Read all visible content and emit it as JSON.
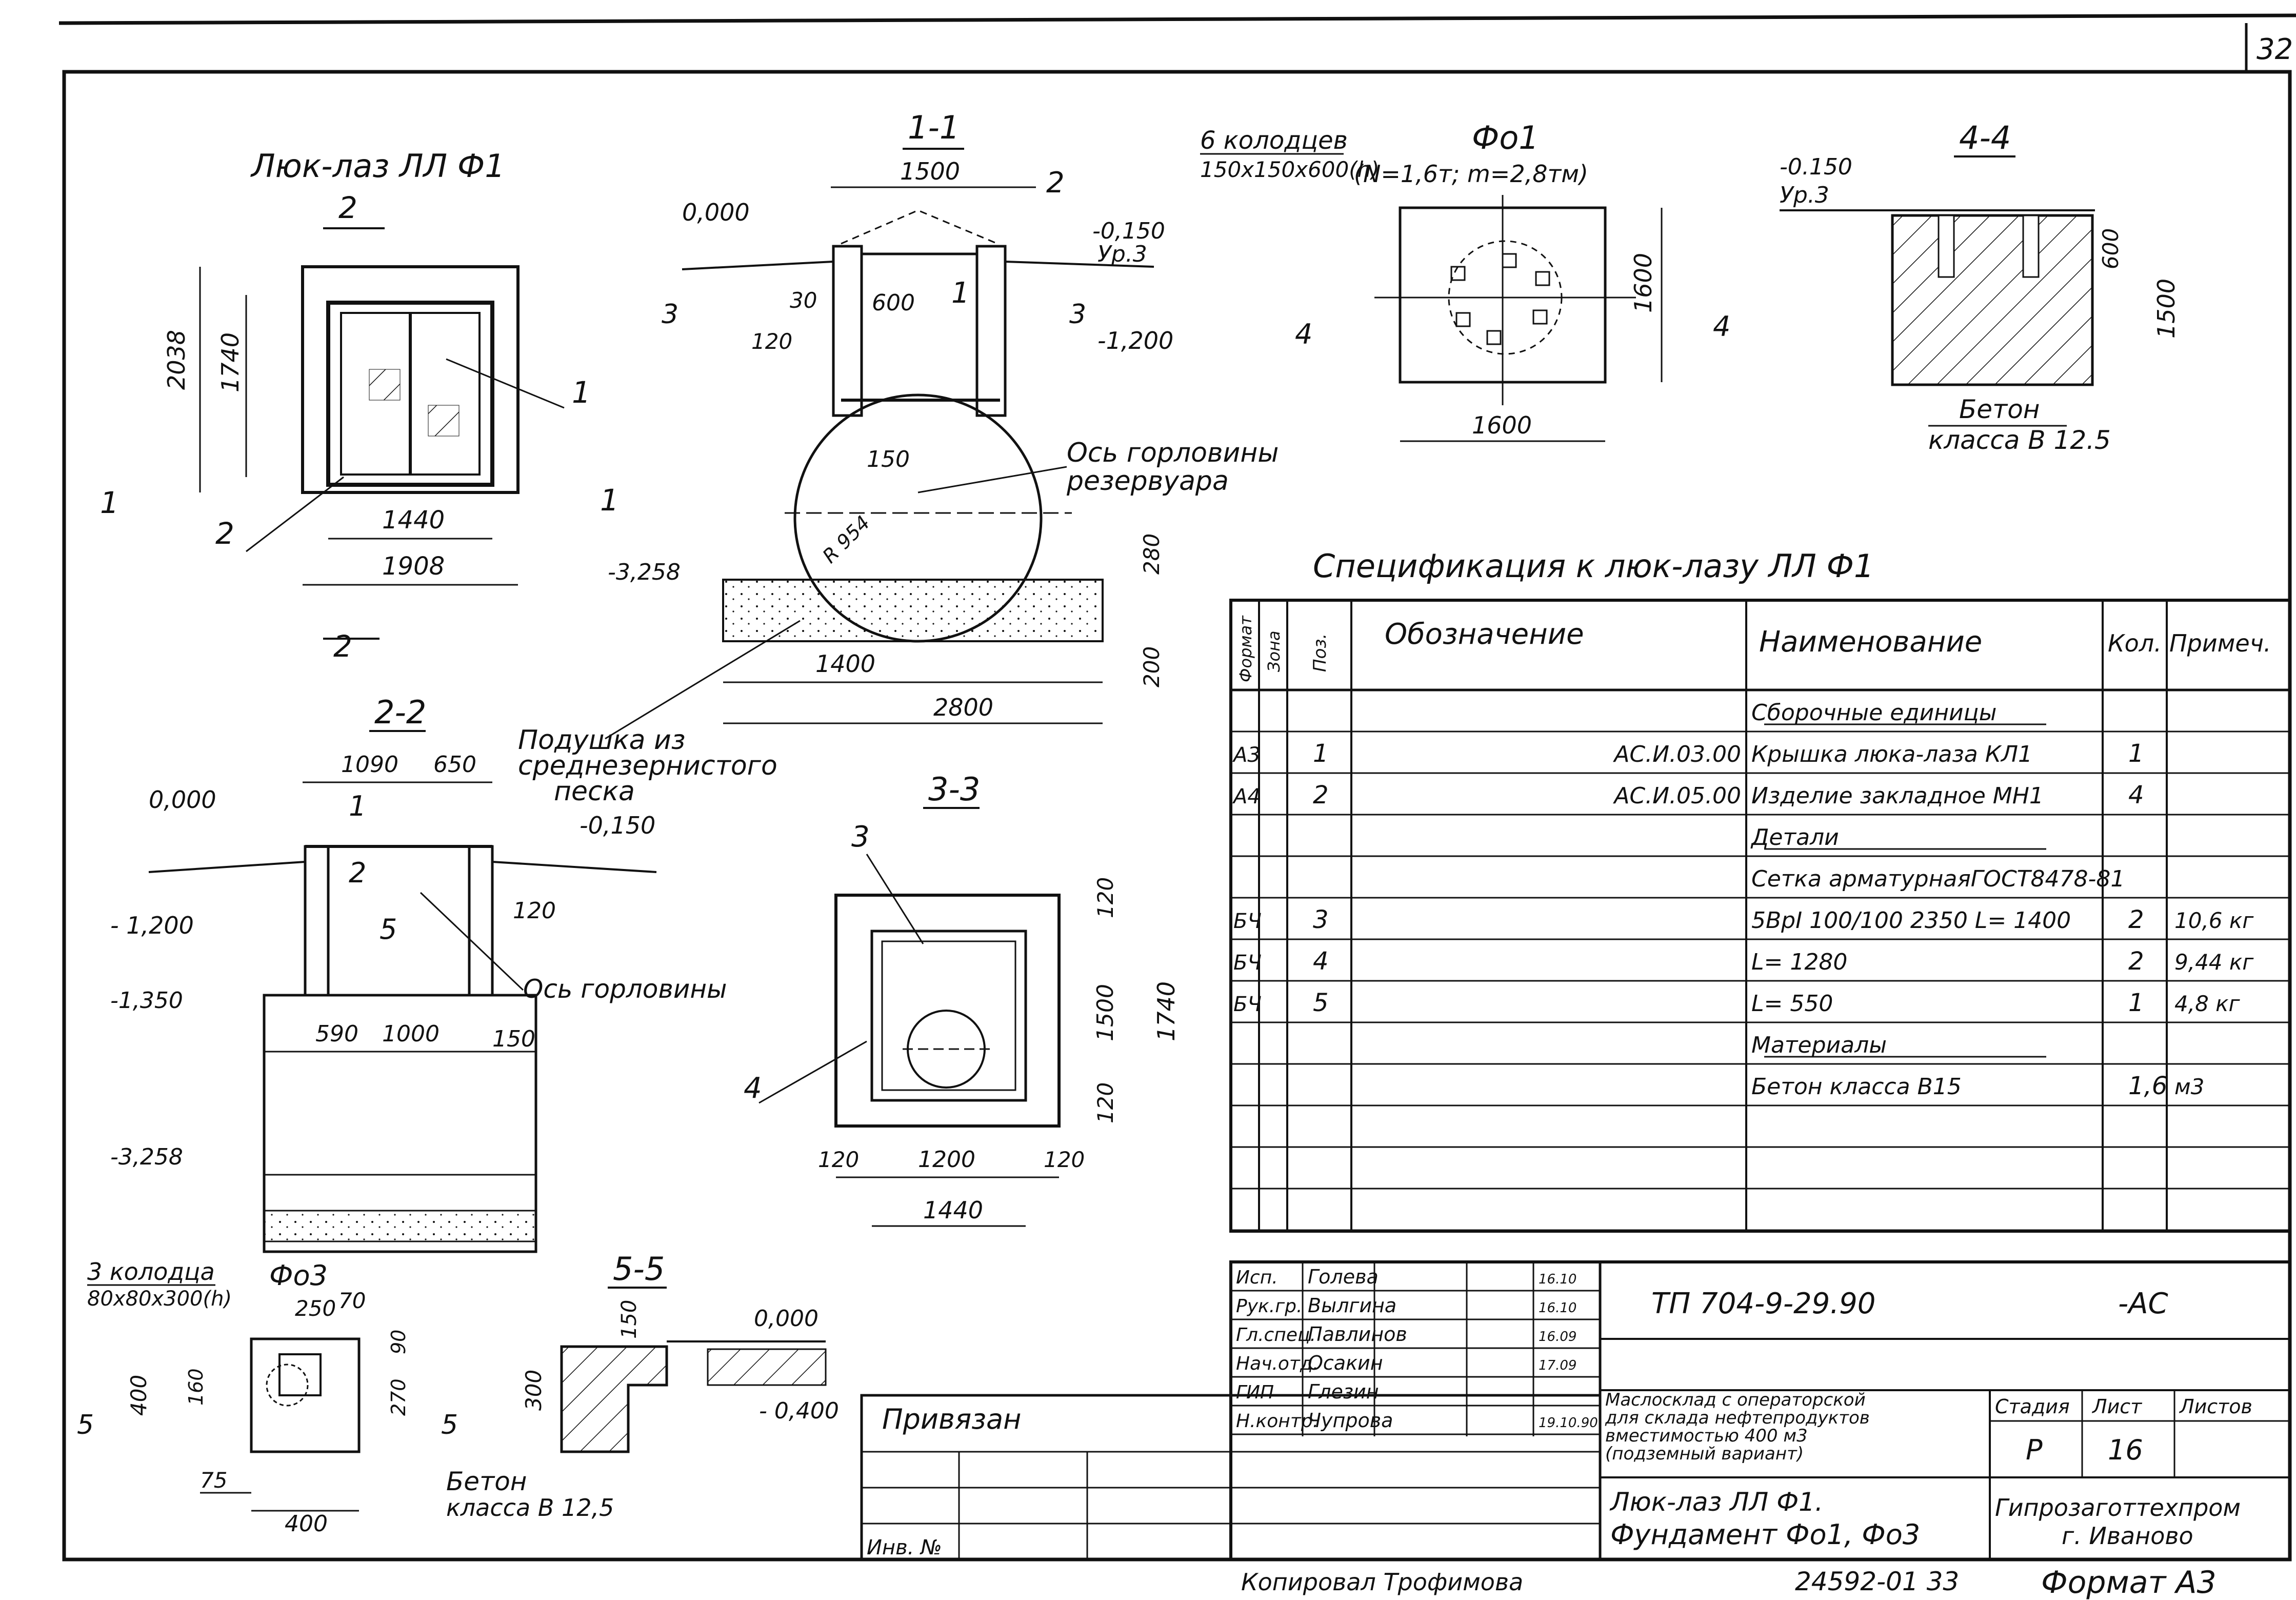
{
  "page": {
    "sheet_corner": "32",
    "format_bottom": "Формат А3",
    "copied_by": "Копировал  Трофимова",
    "archive_no": "24592-01  33"
  },
  "luk_view": {
    "title": "Люк-лаз ЛЛ Ф1",
    "dim_2038": "2038",
    "dim_1740": "1740",
    "dim_1440": "1440",
    "dim_1908": "1908",
    "callout_1": "1",
    "callout_2": "2",
    "section_2_top": "2",
    "section_2_bottom": "2",
    "section_1_left": "1",
    "section_1_right": "1"
  },
  "section_1_1": {
    "title": "1-1",
    "dim_1500": "1500",
    "dim_30": "30",
    "dim_600": "600",
    "dim_120": "120",
    "dim_150": "150",
    "dim_1400": "1400",
    "dim_2800": "2800",
    "dim_280": "280",
    "dim_200": "200",
    "radius": "R 954",
    "lvl_0": "0,000",
    "lvl_m0150": "-0,150",
    "lvl_yr3": "Ур.3",
    "lvl_m1200": "-1,200",
    "lvl_m3258": "-3,258",
    "callout_1": "1",
    "callout_2": "2",
    "section_3_left": "3",
    "section_3_right": "3",
    "axis_note_1": "Ось горловины",
    "axis_note_2": "резервуара",
    "cushion_1": "Подушка из",
    "cushion_2": "среднезернистого",
    "cushion_3": "песка"
  },
  "fo1": {
    "title": "Фо1",
    "wells_1": "6 колодцев",
    "wells_2": "150х150х600(h)",
    "loads": "(N=1,6т; m=2,8тм)",
    "dim_1600_h": "1600",
    "dim_1600_v": "1600",
    "section_4_left": "4",
    "section_4_right": "4"
  },
  "section_4_4": {
    "title": "4-4",
    "lvl": "-0.150",
    "lvl_yr3": "Ур.3",
    "dim_600": "600",
    "dim_1500": "1500",
    "concrete_1": "Бетон",
    "concrete_2": "класса В 12.5"
  },
  "section_2_2": {
    "title": "2-2",
    "dim_1090": "1090",
    "dim_650": "650",
    "dim_120": "120",
    "dim_590": "590",
    "dim_1000": "1000",
    "dim_150": "150",
    "lvl_0": "0,000",
    "lvl_m0150": "-0,150",
    "lvl_m1200": "- 1,200",
    "lvl_m1350": "-1,350",
    "lvl_m3258": "-3,258",
    "callout_1": "1",
    "callout_2": "2",
    "callout_5": "5",
    "axis_note": "Ось горловины"
  },
  "section_3_3": {
    "title": "3-3",
    "callout_3": "3",
    "callout_4": "4",
    "dim_120_a": "120",
    "dim_1500": "1500",
    "dim_120_b": "120",
    "dim_1740": "1740",
    "dim_120_l": "120",
    "dim_1200": "1200",
    "dim_120_r": "120",
    "dim_1440": "1440"
  },
  "fo3": {
    "title": "Фо3",
    "wells_1": "3 колодца",
    "wells_2": "80х80х300(h)",
    "dim_250": "250",
    "dim_70": "70",
    "dim_90": "90",
    "dim_400_v": "400",
    "dim_160": "160",
    "dim_270": "270",
    "dim_75": "75",
    "dim_400_h": "400",
    "section_5_left": "5",
    "section_5_right": "5"
  },
  "section_5_5": {
    "title": "5-5",
    "dim_150": "150",
    "dim_300": "300",
    "lvl_0": "0,000",
    "lvl_m0400": "- 0,400",
    "concrete_1": "Бетон",
    "concrete_2": "класса В 12,5"
  },
  "spec": {
    "title": "Спецификация  к  люк-лазу ЛЛ Ф1",
    "headers": {
      "format": "Формат",
      "zone": "Зона",
      "pos": "Поз.",
      "designation": "Обозначение",
      "name": "Наименование",
      "qty": "Кол.",
      "note": "Примеч."
    },
    "rows": [
      {
        "format": "",
        "pos": "",
        "designation": "",
        "name": "Сборочные единицы",
        "qty": "",
        "note": "",
        "underline": true
      },
      {
        "format": "А3",
        "pos": "1",
        "designation": "АС.И.03.00",
        "name": "Крышка люка-лаза КЛ1",
        "qty": "1",
        "note": ""
      },
      {
        "format": "А4",
        "pos": "2",
        "designation": "АС.И.05.00",
        "name": "Изделие закладное МН1",
        "qty": "4",
        "note": ""
      },
      {
        "format": "",
        "pos": "",
        "designation": "",
        "name": "Детали",
        "qty": "",
        "note": "",
        "underline": true
      },
      {
        "format": "",
        "pos": "",
        "designation": "",
        "name": "Сетка арматурнаяГОСТ8478-81",
        "qty": "",
        "note": ""
      },
      {
        "format": "БЧ",
        "pos": "3",
        "designation": "",
        "name": "5ВрI 100/100 2350  L= 1400",
        "qty": "2",
        "note": "10,6 кг"
      },
      {
        "format": "БЧ",
        "pos": "4",
        "designation": "",
        "name": "L= 1280",
        "qty": "2",
        "note": "9,44 кг"
      },
      {
        "format": "БЧ",
        "pos": "5",
        "designation": "",
        "name": "L= 550",
        "qty": "1",
        "note": "4,8 кг"
      },
      {
        "format": "",
        "pos": "",
        "designation": "",
        "name": "Материалы",
        "qty": "",
        "note": "",
        "underline": true
      },
      {
        "format": "",
        "pos": "",
        "designation": "",
        "name": "Бетон класса В15",
        "qty": "1,6",
        "note": "м3"
      },
      {
        "format": "",
        "pos": "",
        "designation": "",
        "name": "",
        "qty": "",
        "note": ""
      },
      {
        "format": "",
        "pos": "",
        "designation": "",
        "name": "",
        "qty": "",
        "note": ""
      },
      {
        "format": "",
        "pos": "",
        "designation": "",
        "name": "",
        "qty": "",
        "note": ""
      }
    ]
  },
  "title_block": {
    "doc_code": "ТП 704-9-29.90",
    "doc_suffix": "-АС",
    "staff": [
      {
        "role": "Исп.",
        "name": "Голева",
        "date": "16.10"
      },
      {
        "role": "Рук.гр.",
        "name": "Вылгина",
        "date": "16.10"
      },
      {
        "role": "Гл.спец.",
        "name": "Павлинов",
        "date": "16.09"
      },
      {
        "role": "Нач.отд.",
        "name": "Осакин",
        "date": "17.09"
      },
      {
        "role": "ГИП",
        "name": "Глезин",
        "date": ""
      },
      {
        "role": "Н.контр.",
        "name": "Чупрова",
        "date": "19.10.90"
      }
    ],
    "project_desc_1": "Маслосклад с операторской",
    "project_desc_2": "для склада нефтепродуктов",
    "project_desc_3": "вместимостью 400 м3",
    "project_desc_4": "(подземный вариант)",
    "sheet_title_1": "Люк-лаз ЛЛ Ф1.",
    "sheet_title_2": "Фундамент Фо1, Фо3",
    "stage_label": "Стадия",
    "sheet_label": "Лист",
    "sheets_label": "Листов",
    "stage": "Р",
    "sheet": "16",
    "sheets": "",
    "org_1": "Гипрозаготтехпром",
    "org_2": "г. Иваново",
    "bound": "Привязан",
    "inv": "Инв. №"
  }
}
